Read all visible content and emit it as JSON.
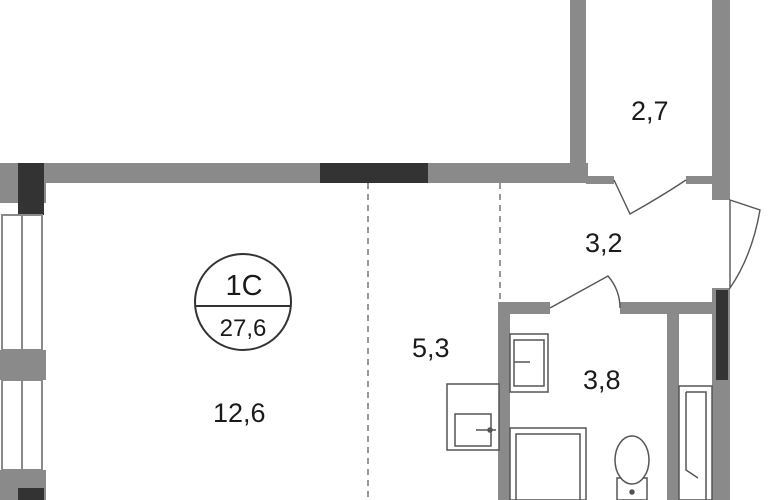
{
  "apartment": {
    "type": "1С",
    "total_area": "27,6"
  },
  "rooms": {
    "living_room": "12,6",
    "kitchen": "5,3",
    "hallway": "3,2",
    "bathroom": "3,8",
    "storage": "2,7"
  },
  "colors": {
    "wall": "#8a8a8a",
    "wall_dark": "#333333",
    "line": "#555555",
    "background": "#ffffff"
  }
}
